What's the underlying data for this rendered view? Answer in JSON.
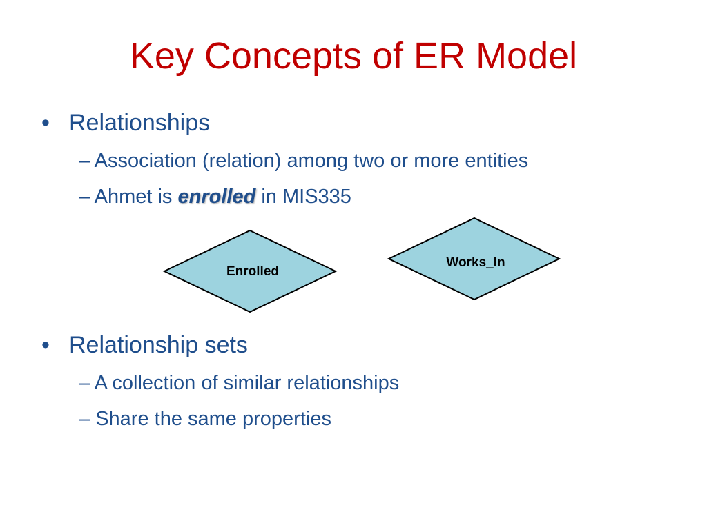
{
  "slide": {
    "title": "Key Concepts of ER Model"
  },
  "bullets": [
    {
      "marker": "•",
      "text": "Relationships",
      "subitems": [
        {
          "marker": "–",
          "text": "Association (relation) among two or more entities"
        },
        {
          "marker": "–",
          "pre": "Ahmet is ",
          "emphasis": "enrolled",
          "post": " in MIS335"
        }
      ]
    },
    {
      "marker": "•",
      "text": "Relationship sets",
      "subitems": [
        {
          "marker": "–",
          "text": "A collection of similar relationships"
        },
        {
          "marker": "–",
          "text": "Share the same properties"
        }
      ]
    }
  ],
  "diagram": {
    "shape_fill": "#9dd3df",
    "shape_stroke": "#000000",
    "relationships": [
      {
        "label": "Enrolled"
      },
      {
        "label": "Works_In"
      }
    ]
  },
  "colors": {
    "title": "#c00000",
    "body_text": "#1f4e8c",
    "background": "#ffffff"
  }
}
